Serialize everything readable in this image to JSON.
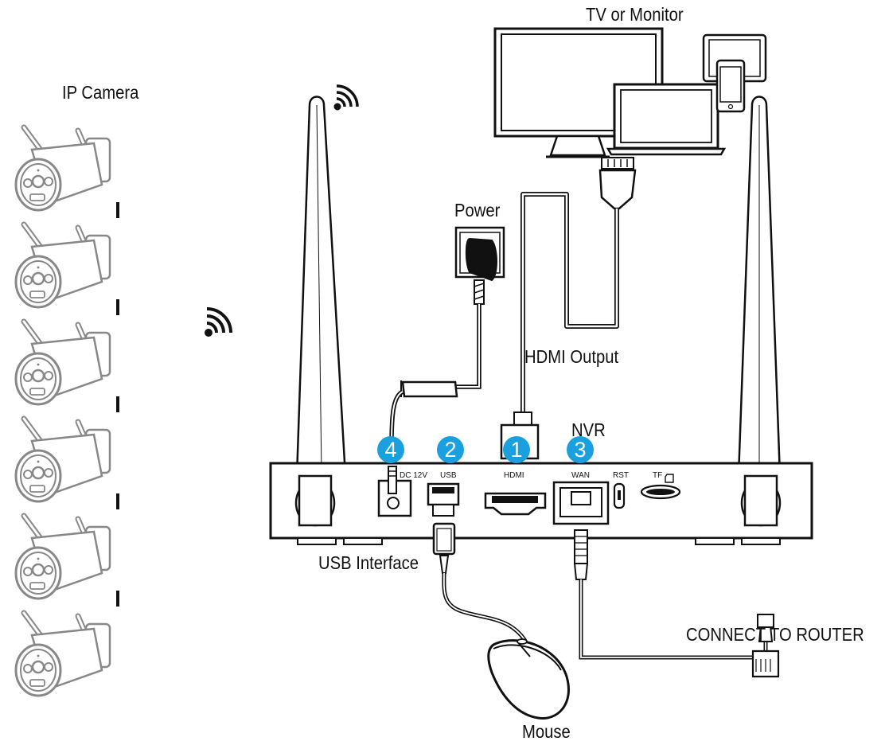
{
  "labels": {
    "ip_camera": "IP Camera",
    "tv_monitor": "TV or Monitor",
    "power": "Power",
    "hdmi_output": "HDMI Output",
    "nvr": "NVR",
    "usb_interface": "USB Interface",
    "connect_router": "CONNECT TO ROUTER",
    "mouse": "Mouse"
  },
  "ports": {
    "dc": "DC 12V",
    "usb": "USB",
    "hdmi": "HDMI",
    "wan": "WAN",
    "rst": "RST",
    "tf": "TF"
  },
  "badges": {
    "dc": "4",
    "usb": "2",
    "hdmi": "1",
    "wan": "3"
  },
  "colors": {
    "badge": "#1aa0df",
    "line": "#111111",
    "device_fill": "#ffffff",
    "camera_stroke": "#888888"
  },
  "camera_count": 6
}
